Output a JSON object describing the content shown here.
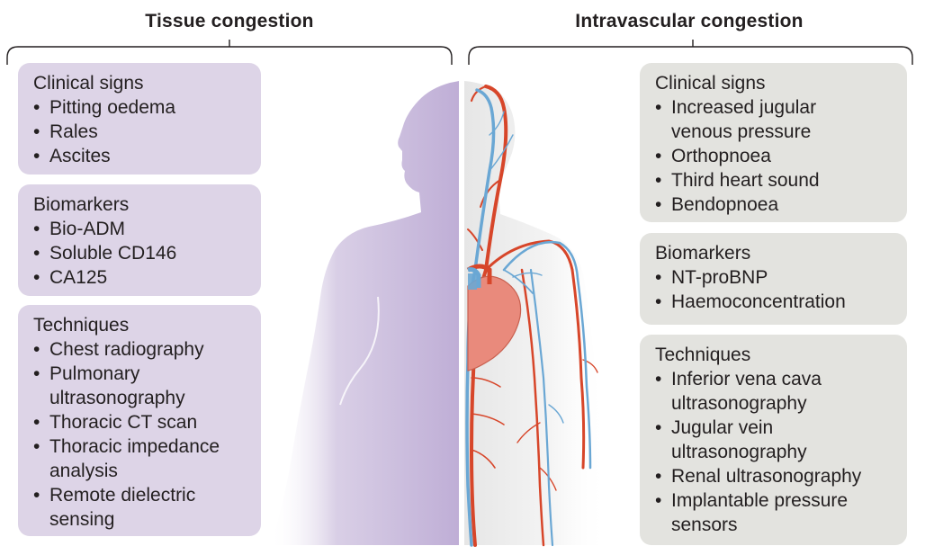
{
  "colors": {
    "tissue_box": "#ddd4e7",
    "tissue_silhouette": "#c4b6d8",
    "intravascular_box": "#e3e3df",
    "artery": "#d7462a",
    "vein": "#6aa7d4",
    "heart": "#e98a7c"
  },
  "icons": [
    "human-silhouette",
    "circulatory-system",
    "heart"
  ],
  "tissue": {
    "heading": "Tissue congestion",
    "clinical": {
      "title": "Clinical signs",
      "items": [
        "Pitting oedema",
        "Rales",
        "Ascites"
      ]
    },
    "biomarkers": {
      "title": "Biomarkers",
      "items": [
        "Bio-ADM",
        "Soluble CD146",
        "CA125"
      ]
    },
    "techniques": {
      "title": "Techniques",
      "items": [
        "Chest radiography",
        "Pulmonary ultrasonography",
        "Thoracic CT scan",
        "Thoracic impedance analysis",
        "Remote dielectric sensing"
      ]
    }
  },
  "intravascular": {
    "heading": "Intravascular congestion",
    "clinical": {
      "title": "Clinical signs",
      "items": [
        "Increased jugular venous pressure",
        "Orthopnoea",
        "Third heart sound",
        "Bendopnoea"
      ]
    },
    "biomarkers": {
      "title": "Biomarkers",
      "items": [
        "NT-proBNP",
        "Haemoconcentration"
      ]
    },
    "techniques": {
      "title": "Techniques",
      "items": [
        "Inferior vena cava ultrasonography",
        "Jugular vein ultrasonography",
        "Renal ultrasonography",
        "Implantable pressure sensors"
      ]
    }
  }
}
